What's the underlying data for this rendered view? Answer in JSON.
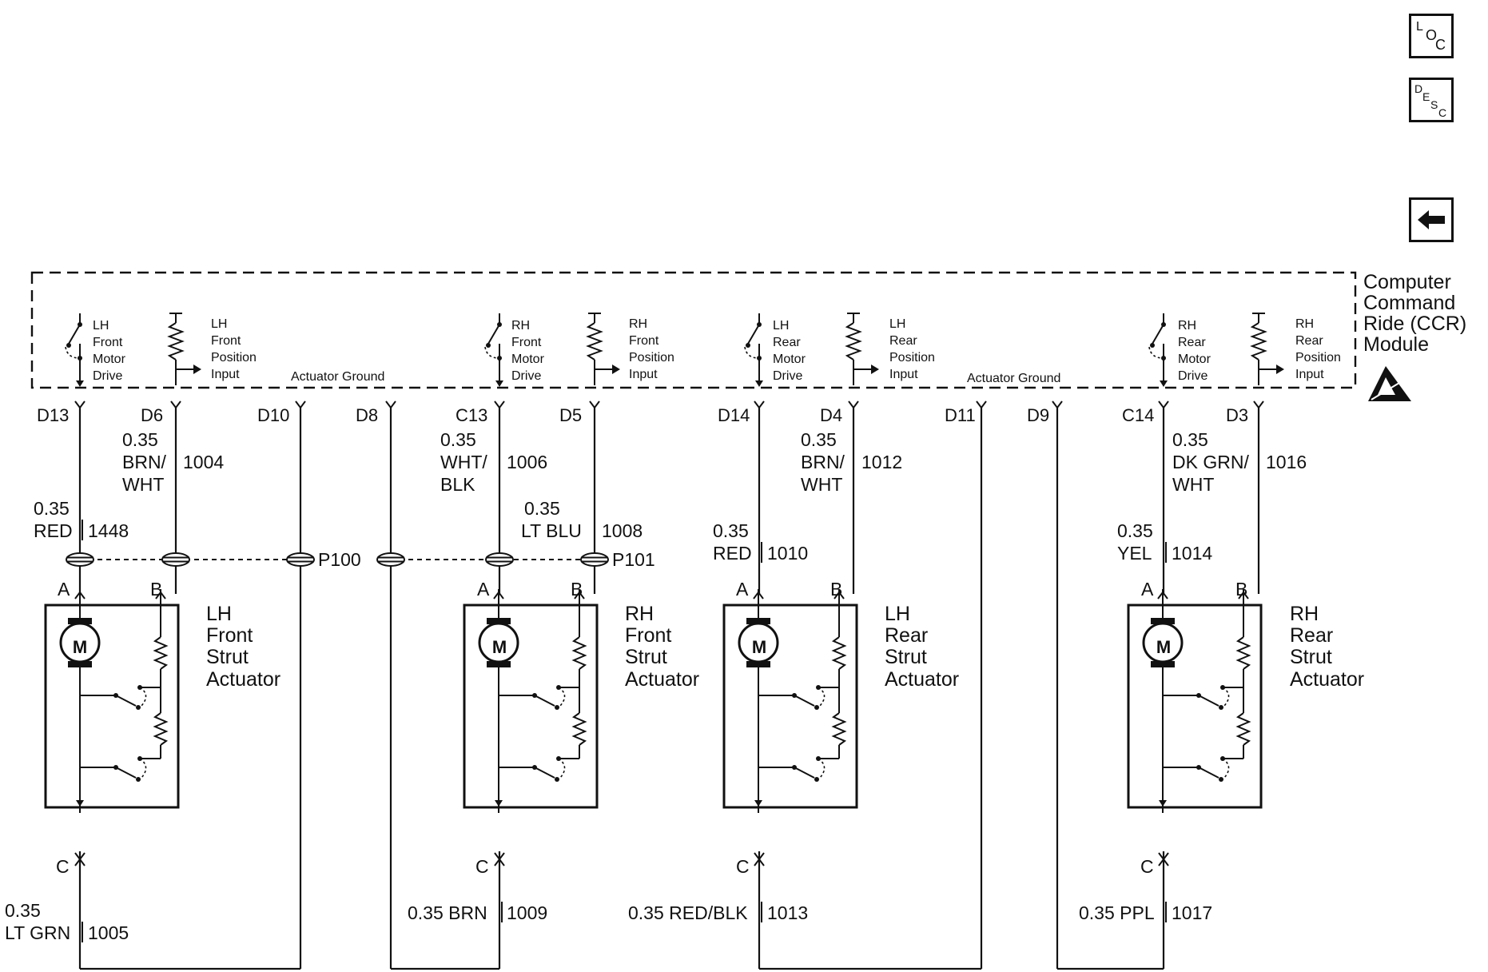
{
  "module": {
    "name_lines": [
      "Computer",
      "Command",
      "Ride (CCR)",
      "Module"
    ],
    "esd_icon": "esd-sensitive-icon"
  },
  "side_icons": {
    "loc": {
      "a": "L",
      "b": "O",
      "c": "C"
    },
    "desc": {
      "a": "D",
      "b": "E",
      "c": "S",
      "d": "C"
    },
    "back": "left-arrow-icon"
  },
  "module_labels": {
    "lh_front_motor": [
      "LH",
      "Front",
      "Motor",
      "Drive"
    ],
    "lh_front_pos": [
      "LH",
      "Front",
      "Position",
      "Input"
    ],
    "ground1": "Actuator Ground",
    "rh_front_motor": [
      "RH",
      "Front",
      "Motor",
      "Drive"
    ],
    "rh_front_pos": [
      "RH",
      "Front",
      "Position",
      "Input"
    ],
    "lh_rear_motor": [
      "LH",
      "Rear",
      "Motor",
      "Drive"
    ],
    "lh_rear_pos": [
      "LH",
      "Rear",
      "Position",
      "Input"
    ],
    "ground2": "Actuator Ground",
    "rh_rear_motor": [
      "RH",
      "Rear",
      "Motor",
      "Drive"
    ],
    "rh_rear_pos": [
      "RH",
      "Rear",
      "Position",
      "Input"
    ]
  },
  "pins": {
    "d13": "D13",
    "d6": "D6",
    "d10": "D10",
    "d8": "D8",
    "c13": "C13",
    "d5": "D5",
    "d14": "D14",
    "d4": "D4",
    "d11": "D11",
    "d9": "D9",
    "c14": "C14",
    "d3": "D3"
  },
  "wires": {
    "w1448": {
      "gauge": "0.35",
      "color": "RED",
      "circuit": "1448"
    },
    "w1004": {
      "gauge": "0.35",
      "color1": "BRN/",
      "color2": "WHT",
      "circuit": "1004"
    },
    "w1006": {
      "gauge": "0.35",
      "color1": "WHT/",
      "color2": "BLK",
      "circuit": "1006"
    },
    "w1008": {
      "gauge": "0.35",
      "color": "LT BLU",
      "circuit": "1008"
    },
    "w1010": {
      "gauge": "0.35",
      "color": "RED",
      "circuit": "1010"
    },
    "w1012": {
      "gauge": "0.35",
      "color1": "BRN/",
      "color2": "WHT",
      "circuit": "1012"
    },
    "w1014": {
      "gauge": "0.35",
      "color": "YEL",
      "circuit": "1014"
    },
    "w1016": {
      "gauge": "0.35",
      "color1": "DK GRN/",
      "color2": "WHT",
      "circuit": "1016"
    },
    "w1005": {
      "gauge": "0.35",
      "color": "LT GRN",
      "circuit": "1005"
    },
    "w1009": {
      "label": "0.35 BRN",
      "circuit": "1009"
    },
    "w1013": {
      "label": "0.35 RED/BLK",
      "circuit": "1013"
    },
    "w1017": {
      "label": "0.35 PPL",
      "circuit": "1017"
    }
  },
  "connectors": {
    "p100": "P100",
    "p101": "P101"
  },
  "actuator_pins": {
    "a": "A",
    "b": "B",
    "c": "C"
  },
  "motor_symbol": "M",
  "actuators": {
    "lh_front": [
      "LH",
      "Front",
      "Strut",
      "Actuator"
    ],
    "rh_front": [
      "RH",
      "Front",
      "Strut",
      "Actuator"
    ],
    "lh_rear": [
      "LH",
      "Rear",
      "Strut",
      "Actuator"
    ],
    "rh_rear": [
      "RH",
      "Rear",
      "Strut",
      "Actuator"
    ]
  }
}
